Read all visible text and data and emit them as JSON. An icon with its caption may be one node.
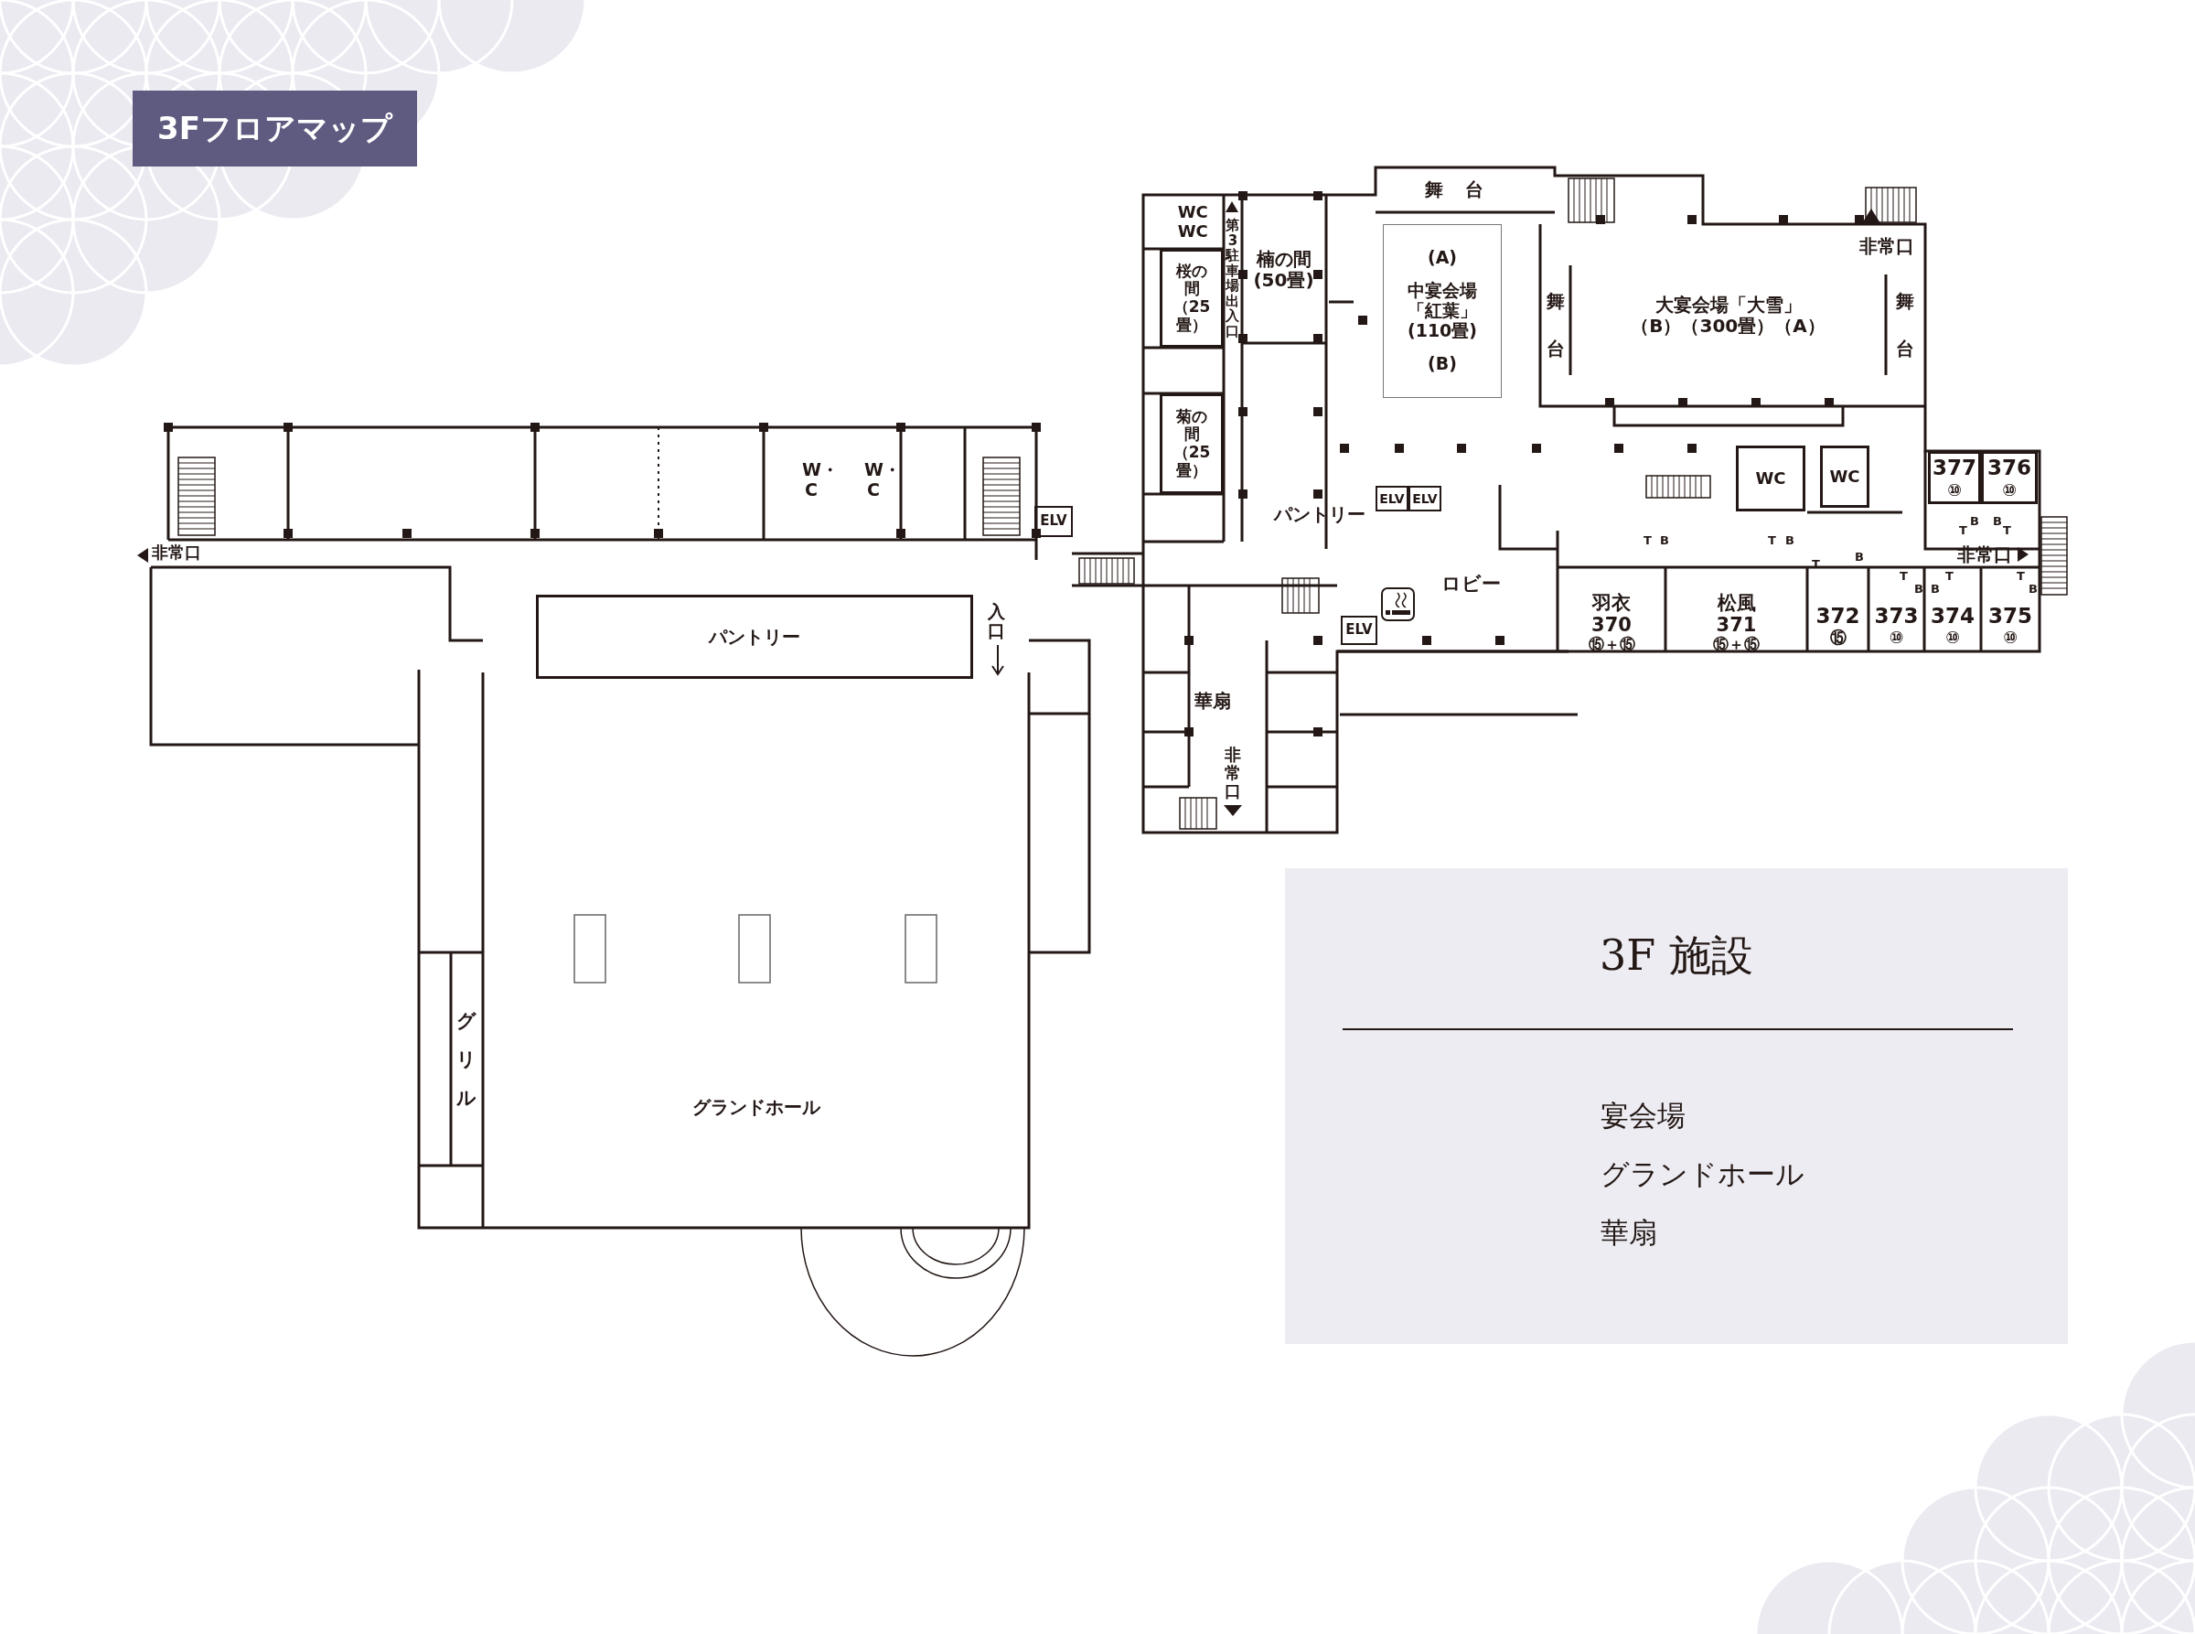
{
  "diagram": {
    "title": "3Fフロアマップ",
    "nodes": [
      {
        "text": [
          "WC WC"
        ]
      },
      {
        "text": [
          "桜の間（25畳）"
        ]
      },
      {
        "text": [
          "菊の間（25畳）"
        ]
      },
      {
        "text": [
          "楠の間(50畳)"
        ]
      },
      {
        "text": [
          "舞台"
        ]
      },
      {
        "text": [
          "(A)",
          "中宴会場「紅葉」(110畳)",
          "(B)"
        ]
      },
      {
        "text": [
          "舞台"
        ]
      },
      {
        "text": [
          "大宴会場「大雪」",
          "（B）（300畳）（A）"
        ]
      },
      {
        "text": [
          "舞台"
        ]
      },
      {
        "text": [
          "WC"
        ]
      },
      {
        "text": [
          "WC"
        ]
      },
      {
        "text": [
          "377",
          "⑩"
        ]
      },
      {
        "text": [
          "376",
          "⑩"
        ]
      },
      {
        "text": [
          "羽衣",
          "370",
          "⑮＋⑮"
        ]
      },
      {
        "text": [
          "松風",
          "371",
          "⑮＋⑮"
        ]
      },
      {
        "text": [
          "372",
          "⑮"
        ]
      },
      {
        "text": [
          "373",
          "⑩"
        ]
      },
      {
        "text": [
          "374",
          "⑩"
        ]
      },
      {
        "text": [
          "375",
          "⑩"
        ]
      },
      {
        "text": [
          "ELV"
        ]
      },
      {
        "text": [
          "ELV"
        ]
      },
      {
        "text": [
          "ELV"
        ]
      },
      {
        "text": [
          "W・C"
        ]
      },
      {
        "text": [
          "W・C"
        ]
      },
      {
        "text": [
          "ELV"
        ]
      },
      {
        "text": [
          "パントリー"
        ]
      },
      {
        "text": [
          "グリル"
        ]
      },
      {
        "text": [
          "グランドホール"
        ]
      },
      {
        "text": [
          "3F 施設",
          "宴会場",
          "グランドホール",
          "華扇"
        ]
      }
    ],
    "labels": [
      "第3駐車場出入口",
      "非常口",
      "パントリー",
      "ロビー",
      "非常口",
      "T",
      "B",
      "T",
      "B",
      "T",
      "B",
      "T",
      "B",
      "B",
      "T",
      "T",
      "B",
      "T",
      "B",
      "B",
      "T",
      "華扇",
      "非常口",
      "非常口",
      "入口"
    ]
  }
}
